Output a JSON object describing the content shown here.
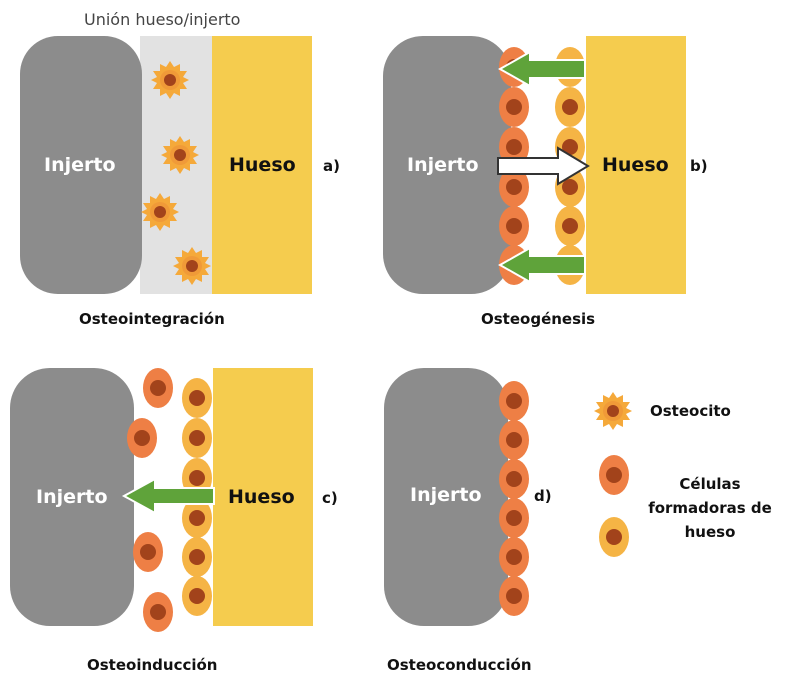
{
  "top_label": "Unión hueso/injerto",
  "graft_label": "Injerto",
  "bone_label": "Hueso",
  "panels": {
    "a": {
      "letter": "a)",
      "caption": "Osteointegración"
    },
    "b": {
      "letter": "b)",
      "caption": "Osteogénesis"
    },
    "c": {
      "letter": "c)",
      "caption": "Osteoinducción"
    },
    "d": {
      "letter": "d)",
      "caption": "Osteoconducción"
    }
  },
  "legend": {
    "osteocyte": "Osteocito",
    "bone_forming_cells_line1": "Células",
    "bone_forming_cells_line2": "formadoras de",
    "bone_forming_cells_line3": "hueso"
  },
  "colors": {
    "graft": "#8c8c8c",
    "bone": "#f5cc4e",
    "gap": "#e2e2e2",
    "orange_cell": "#ee7f45",
    "yellow_cell": "#f5b445",
    "nucleus": "#a2431b",
    "arrow_green": "#5fa33a",
    "arrow_white": "#ffffff"
  }
}
